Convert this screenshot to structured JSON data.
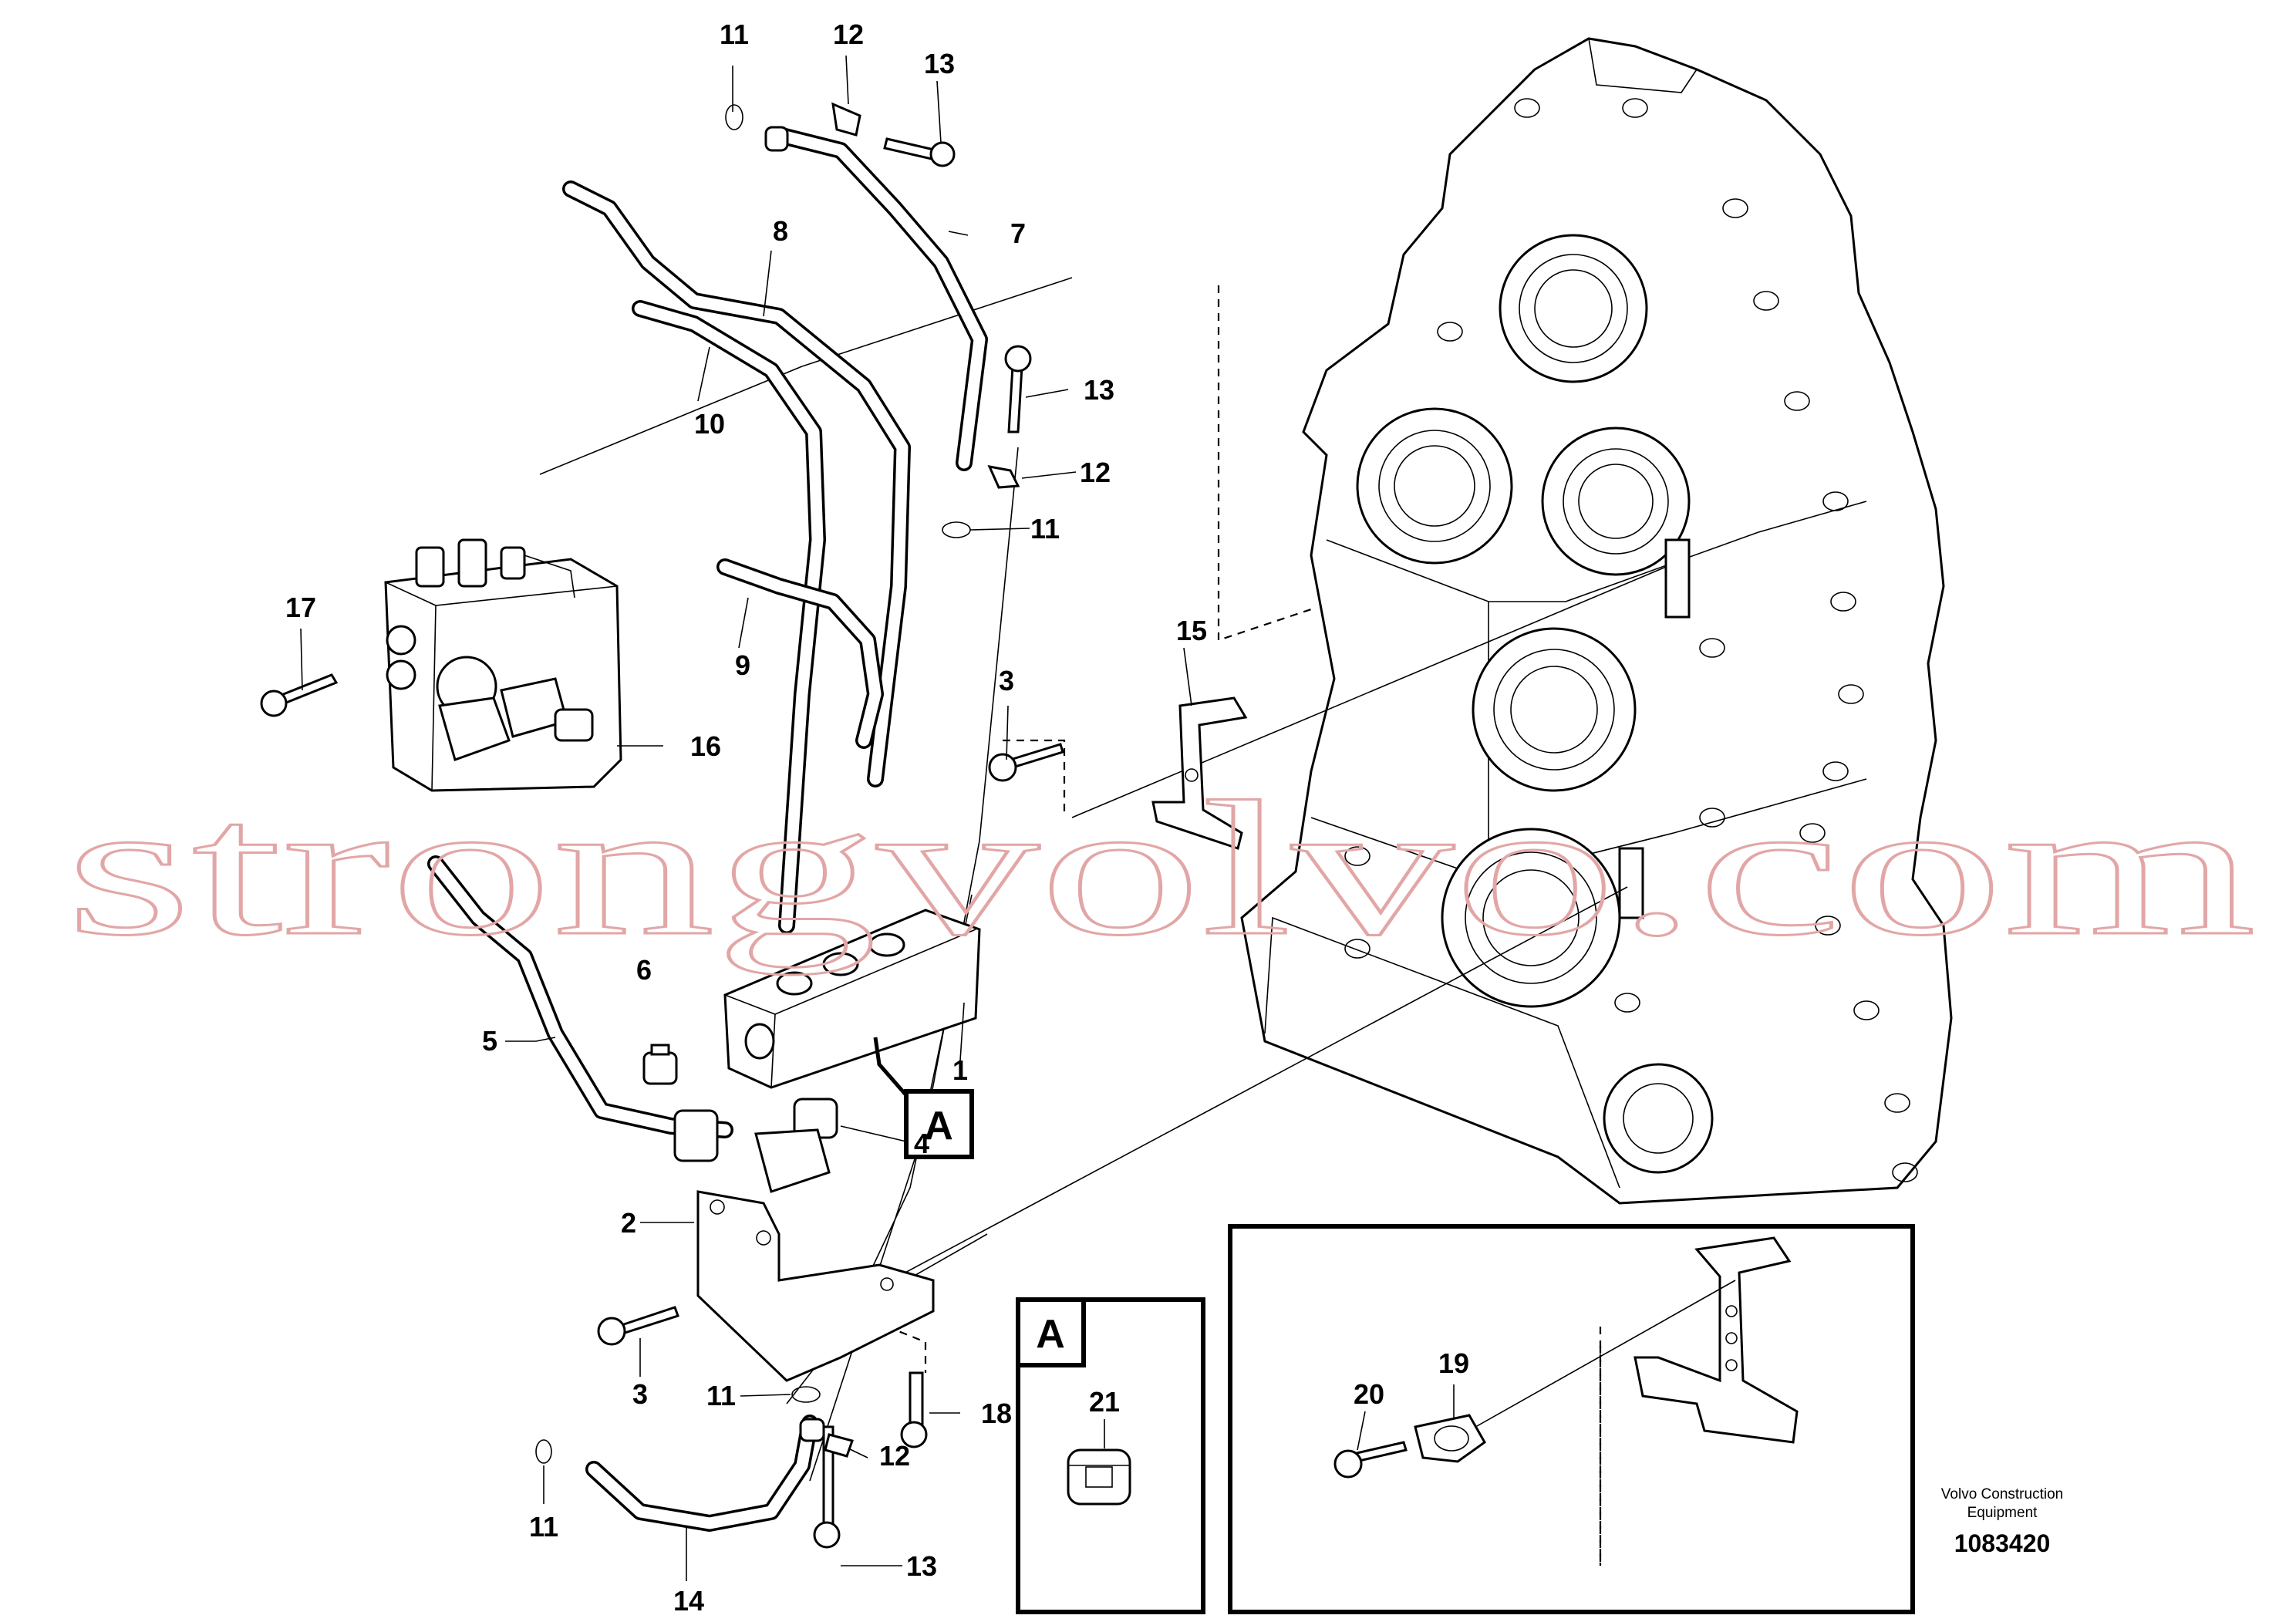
{
  "watermark": "strongvolvo.com",
  "caption": {
    "line1": "Volvo Construction",
    "line2": "Equipment",
    "part_number": "1083420"
  },
  "detail_tag": "A",
  "callouts": {
    "c1": "1",
    "c2": "2",
    "c3a": "3",
    "c3b": "3",
    "c4": "4",
    "c5": "5",
    "c6": "6",
    "c7": "7",
    "c8": "8",
    "c9": "9",
    "c10": "10",
    "c11a": "11",
    "c11b": "11",
    "c11c": "11",
    "c11d": "11",
    "c12a": "12",
    "c12b": "12",
    "c12c": "12",
    "c13a": "13",
    "c13b": "13",
    "c13c": "13",
    "c14": "14",
    "c15": "15",
    "c16": "16",
    "c17": "17",
    "c18": "18",
    "c19": "19",
    "c20": "20",
    "c21": "21"
  }
}
